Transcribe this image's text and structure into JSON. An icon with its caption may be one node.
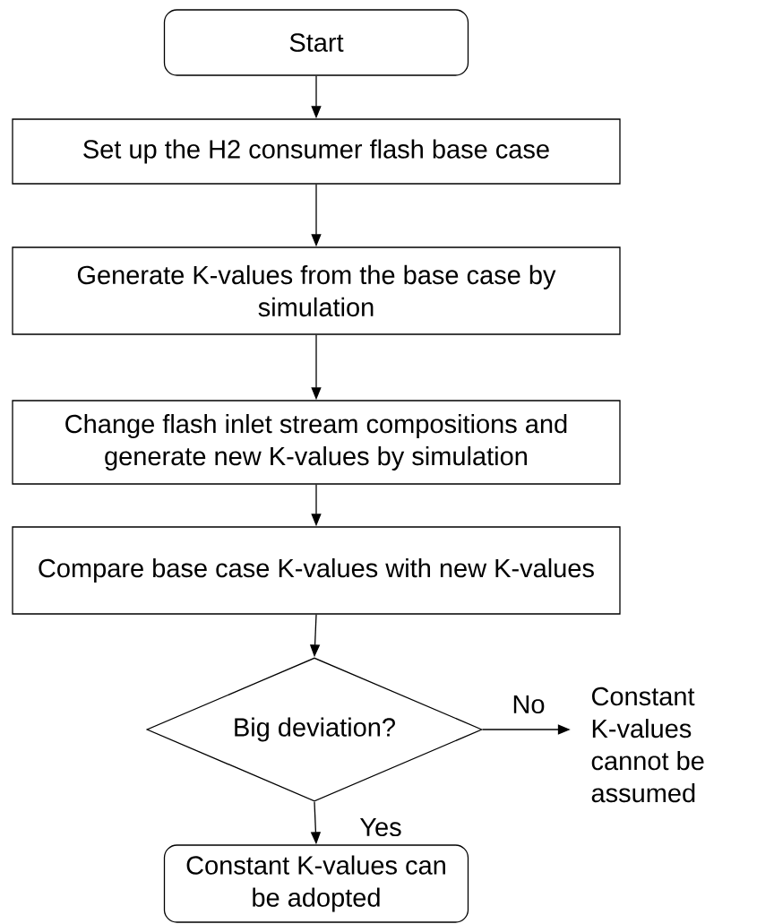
{
  "diagram": {
    "nodes": [
      {
        "text": [
          "Start"
        ]
      },
      {
        "text": [
          "Set up the H2 consumer flash base case"
        ]
      },
      {
        "text": [
          "Generate K-values from the base case by simulation"
        ]
      },
      {
        "text": [
          "Change flash inlet stream compositions and generate new K-values by simulation"
        ]
      },
      {
        "text": [
          "Compare base case K-values with new K-values"
        ]
      },
      {
        "text": [
          "Big deviation?"
        ]
      },
      {
        "text": [
          "Constant K-values cannot be assumed"
        ]
      },
      {
        "text": [
          "Constant K-values can be adopted"
        ]
      }
    ],
    "edges": [
      {
        "from": 0,
        "to": 1,
        "arrow": "to"
      },
      {
        "from": 1,
        "to": 2,
        "arrow": "to"
      },
      {
        "from": 2,
        "to": 3,
        "arrow": "to"
      },
      {
        "from": 3,
        "to": 4,
        "arrow": "to"
      },
      {
        "from": 4,
        "to": 5,
        "arrow": "to"
      },
      {
        "from": 5,
        "to": 6,
        "arrow": "to",
        "label": "No"
      },
      {
        "from": 5,
        "to": 7,
        "arrow": "to",
        "label": "Yes"
      }
    ]
  }
}
